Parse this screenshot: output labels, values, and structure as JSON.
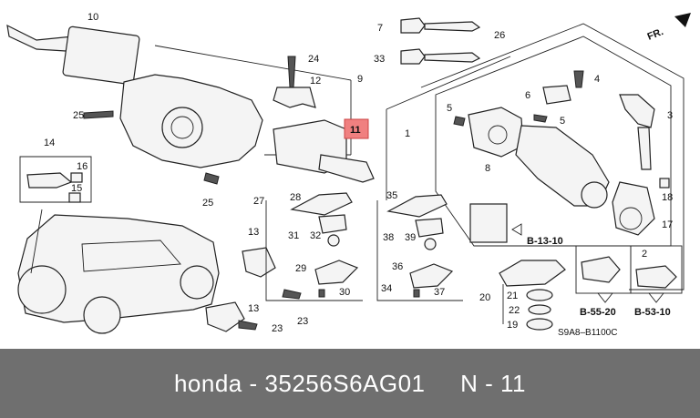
{
  "diagram": {
    "direction_label": "FR.",
    "diagram_code": "S9A8–B1100C",
    "highlight_color": "#f08080",
    "callouts": {
      "c10": "10",
      "c9": "9",
      "c24": "24",
      "c12": "12",
      "c25a": "25",
      "c25b": "25",
      "c11": "11",
      "c14": "14",
      "c16": "16",
      "c15": "15",
      "c13a": "13",
      "c13b": "13",
      "c23a": "23",
      "c23b": "23",
      "c7": "7",
      "c33": "33",
      "c26": "26",
      "c4": "4",
      "c6": "6",
      "c5a": "5",
      "c5b": "5",
      "c1": "1",
      "c8": "8",
      "c3": "3",
      "c18": "18",
      "c17": "17",
      "c2": "2",
      "c27": "27",
      "c28": "28",
      "c31": "31",
      "c32": "32",
      "c29": "29",
      "c30": "30",
      "c35": "35",
      "c38": "38",
      "c39": "39",
      "c36": "36",
      "c34": "34",
      "c37": "37",
      "c20": "20",
      "c21": "21",
      "c22": "22",
      "c19": "19"
    },
    "references": {
      "b1310": "B-13-10",
      "b5520": "B-55-20",
      "b5310": "B-53-10"
    }
  },
  "caption": {
    "brand": "honda",
    "separator": "-",
    "part_number": "35256S6AG01",
    "position": "N - 11"
  }
}
